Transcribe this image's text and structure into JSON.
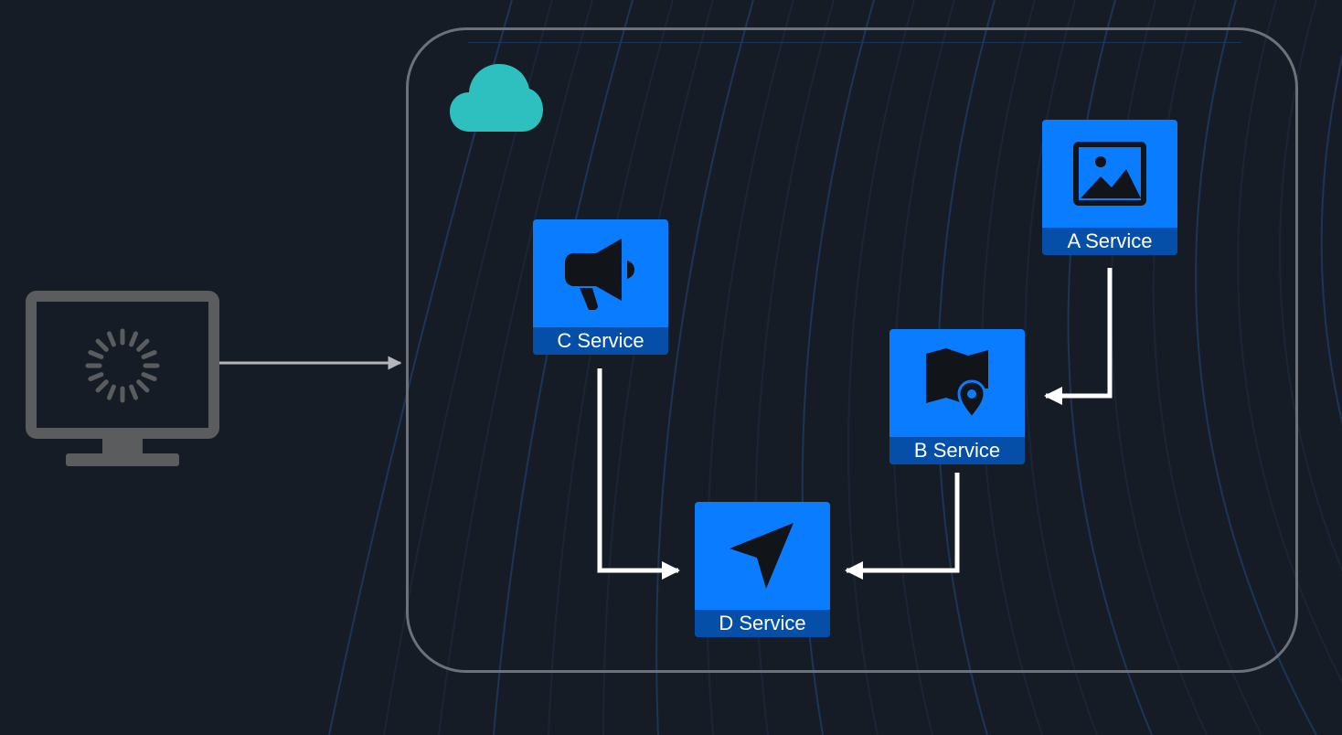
{
  "diagram": {
    "icons": {
      "cloud": "cloud-icon",
      "client": "monitor-loading-icon"
    },
    "services": [
      {
        "id": "a",
        "label": "A Service",
        "icon": "image-icon"
      },
      {
        "id": "b",
        "label": "B Service",
        "icon": "map-pin-icon"
      },
      {
        "id": "c",
        "label": "C Service",
        "icon": "megaphone-icon"
      },
      {
        "id": "d",
        "label": "D Service",
        "icon": "send-icon"
      }
    ],
    "connections": [
      {
        "from": "client",
        "to": "cloud"
      },
      {
        "from": "a",
        "to": "b"
      },
      {
        "from": "b",
        "to": "d"
      },
      {
        "from": "c",
        "to": "d"
      }
    ],
    "colors": {
      "background": "#161c26",
      "frame": "#6c717a",
      "service_fill": "#0a7cff",
      "service_label_bar": "#054fa8",
      "cloud": "#2ebfbf",
      "arrow": "#ffffff",
      "client_arrow": "#b4b6ba",
      "monitor": "#5b5c5e"
    }
  }
}
